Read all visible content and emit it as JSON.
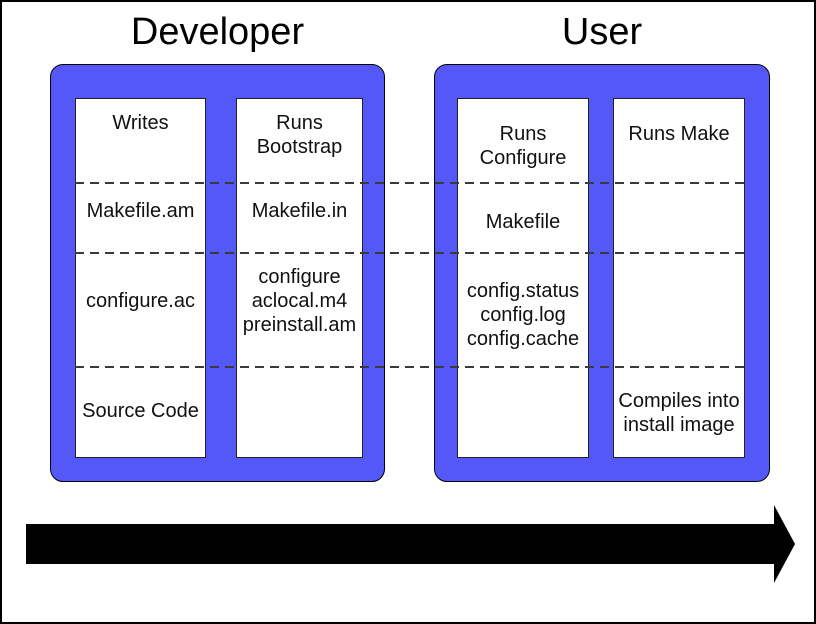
{
  "groups": [
    {
      "id": "developer",
      "title": "Developer",
      "columns": [
        {
          "id": "developer-writes",
          "rows": [
            "Writes",
            "Makefile.am",
            "configure.ac",
            "Source Code"
          ]
        },
        {
          "id": "developer-bootstrap",
          "rows": [
            "Runs\nBootstrap",
            "Makefile.in",
            "configure\naclocal.m4\npreinstall.am",
            ""
          ]
        }
      ]
    },
    {
      "id": "user",
      "title": "User",
      "columns": [
        {
          "id": "user-configure",
          "rows": [
            "Runs\nConfigure",
            "Makefile",
            "config.status\nconfig.log\nconfig.cache",
            ""
          ]
        },
        {
          "id": "user-make",
          "rows": [
            "Runs Make",
            "",
            "",
            "Compiles into\ninstall image"
          ]
        }
      ]
    }
  ],
  "dividers": {
    "count": 3,
    "style": "dashed"
  },
  "arrow": {
    "icon": "right-arrow",
    "direction": "left-to-right"
  },
  "colors": {
    "group_fill": "#5558f9",
    "group_border": "#000000",
    "column_fill": "#ffffff",
    "column_border": "#222222",
    "divider": "#3a3a3a",
    "arrow": "#000000",
    "text": "#111111",
    "title_text": "#000000",
    "background": "#ffffff"
  }
}
